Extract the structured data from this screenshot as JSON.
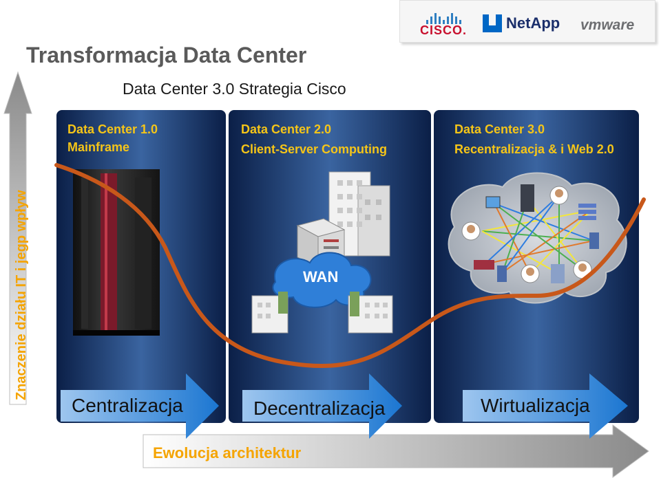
{
  "header": {
    "title": "Transformacja Data Center",
    "subtitle": "Data Center 3.0 Strategia Cisco"
  },
  "logos": {
    "cisco": "CISCO.",
    "netapp": "NetApp",
    "vmware": "vmware"
  },
  "axis": {
    "vertical_label": "Znaczenie działu IT i jegp wpływ",
    "horizontal_label": "Ewolucja architektur"
  },
  "panels": [
    {
      "title": "Data Center 1.0",
      "subtitle": "Mainframe",
      "phase": "Centralizacja"
    },
    {
      "title": "Data Center 2.0",
      "subtitle": "Client-Server Computing",
      "phase": "Decentralizacja"
    },
    {
      "title": "Data Center 3.0",
      "subtitle": "Recentralizacja & i Web 2.0",
      "phase": "Wirtualizacja"
    }
  ],
  "network": {
    "cloud_label": "WAN"
  },
  "colors": {
    "panel_dark": "#0c2350",
    "panel_mid": "#2b4f86",
    "curve": "#c8581a",
    "accent_text": "#f5c518",
    "side_text": "#f5a400"
  }
}
